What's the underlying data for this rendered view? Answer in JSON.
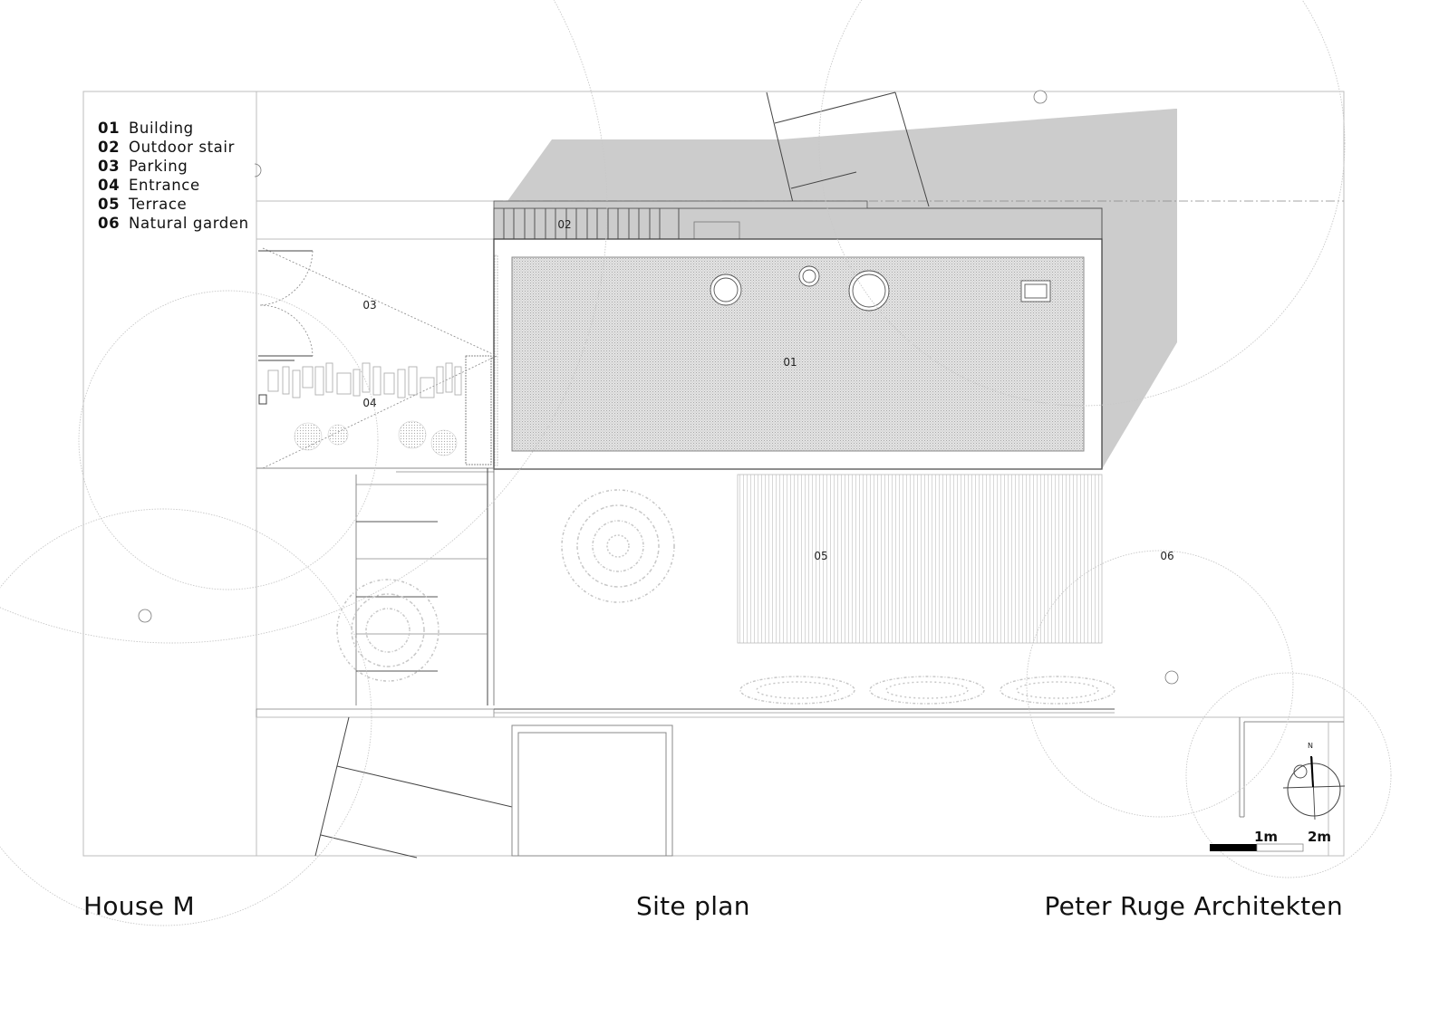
{
  "legend": [
    {
      "num": "01",
      "label": "Building"
    },
    {
      "num": "02",
      "label": "Outdoor stair"
    },
    {
      "num": "03",
      "label": "Parking"
    },
    {
      "num": "04",
      "label": "Entrance"
    },
    {
      "num": "05",
      "label": "Terrace"
    },
    {
      "num": "06",
      "label": "Natural garden"
    }
  ],
  "area_labels": {
    "building": "01",
    "outdoor_stair": "02",
    "parking": "03",
    "entrance": "04",
    "terrace": "05",
    "natural_garden": "06"
  },
  "north_arrow": {
    "label": "N"
  },
  "scale_bar": {
    "label_1": "1m",
    "label_2": "2m"
  },
  "captions": {
    "project": "House M",
    "drawing": "Site plan",
    "architect": "Peter Ruge Architekten"
  },
  "colors": {
    "shadow": "#cccccc",
    "line": "#555555",
    "light_line": "#b0b0b0",
    "hatch": "#bdbdbd",
    "scale_bar": "#000000"
  }
}
